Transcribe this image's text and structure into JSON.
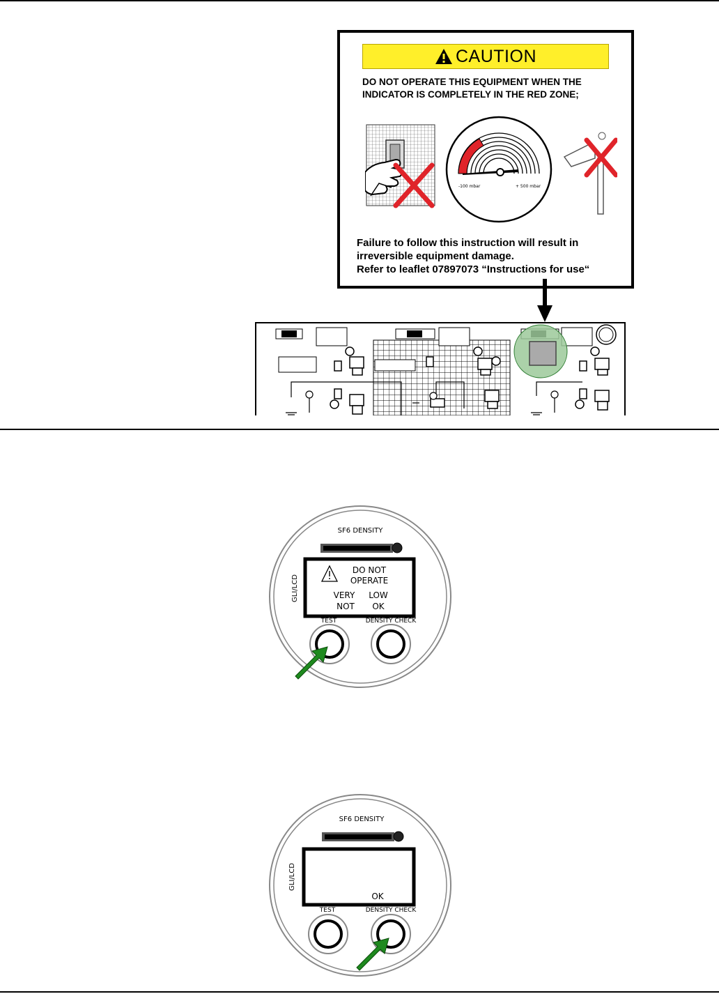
{
  "caution": {
    "title": "CAUTION",
    "warning_line1": "DO NOT OPERATE THIS EQUIPMENT WHEN THE",
    "warning_line2": "INDICATOR IS COMPLETELY IN THE RED ZONE;",
    "dial_left_label": "-100 mbar",
    "dial_right_label": "+ 500 mbar",
    "failure_line1": "Failure to follow this instruction will result in",
    "failure_line2": "irreversible equipment damage.",
    "failure_line3": "Refer to leaflet 07897073 “Instructions for use“"
  },
  "gauge_top": {
    "title": "SF6 DENSITY",
    "side_label": "GLI/LCD",
    "display_line1": "DO NOT",
    "display_line2": "OPERATE",
    "display_very": "VERY",
    "display_low": "LOW",
    "display_not": "NOT",
    "display_ok": "OK",
    "button_left_label": "TEST",
    "button_right_label": "DENSITY CHECK"
  },
  "gauge_bottom": {
    "title": "SF6 DENSITY",
    "side_label": "GLI/LCD",
    "display_ok": "OK",
    "button_left_label": "TEST",
    "button_right_label": "DENSITY CHECK"
  },
  "colors": {
    "banner": "#ffef2a",
    "danger_red": "#e0242a",
    "arrow_green": "#1f8a1f",
    "highlight_green": "#9cc99a"
  }
}
